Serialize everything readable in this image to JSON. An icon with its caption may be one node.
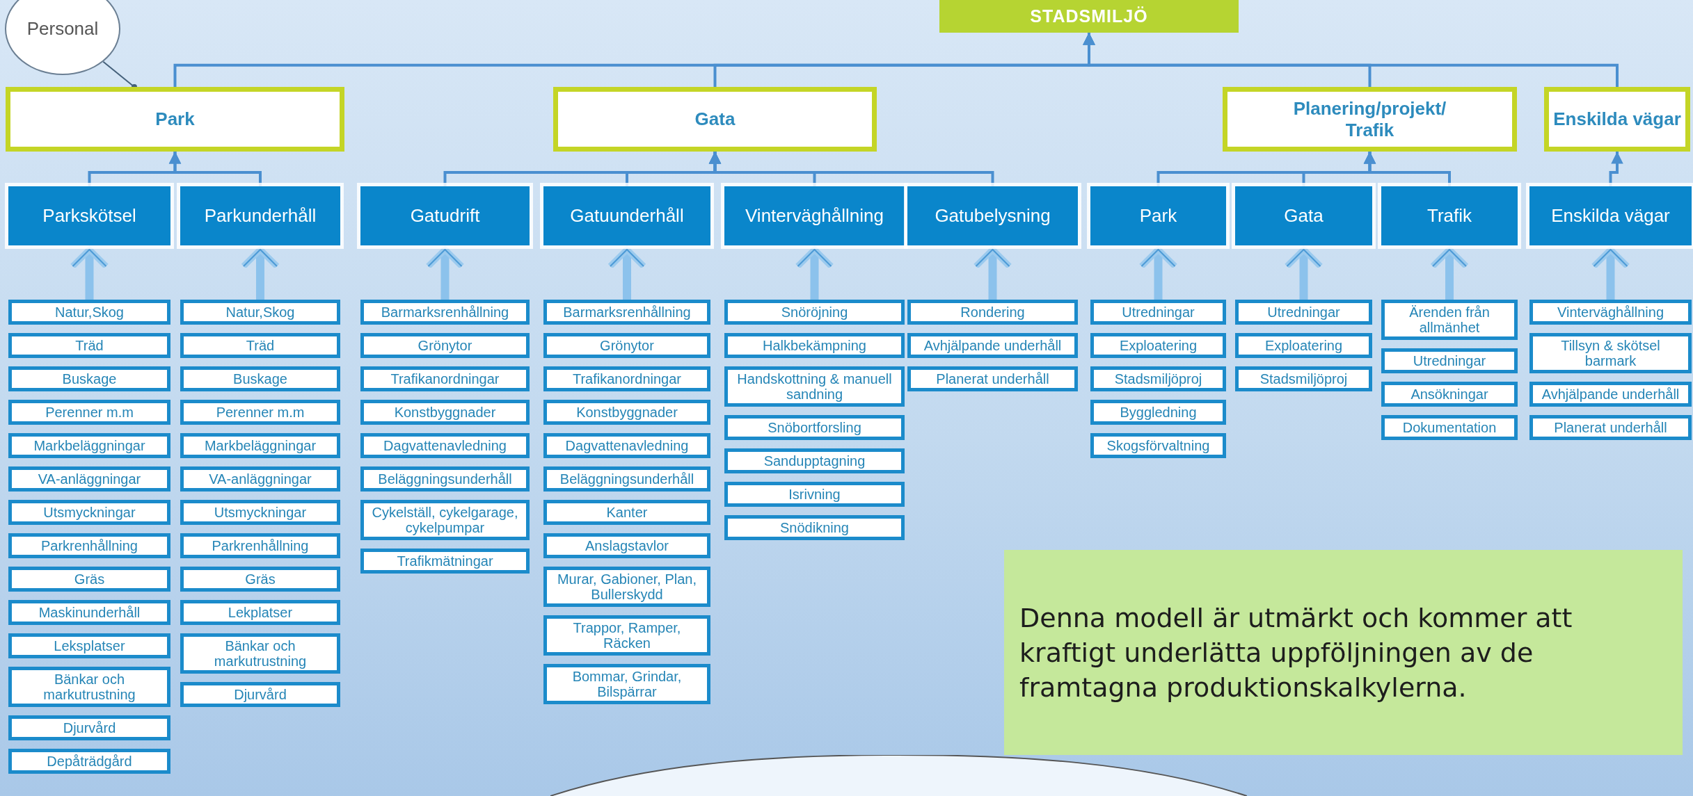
{
  "diagram": {
    "nodes": [
      {
        "text": [
          "Personal"
        ]
      },
      {
        "text": [
          "STADSMILJÖ"
        ]
      },
      {
        "text": [
          "Park"
        ]
      },
      {
        "text": [
          "Gata"
        ]
      },
      {
        "text": [
          "Planering/projekt/ Trafik"
        ]
      },
      {
        "text": [
          "Enskilda vägar"
        ]
      },
      {
        "text": [
          "Parkskötsel"
        ]
      },
      {
        "text": [
          "Parkunderhåll"
        ]
      },
      {
        "text": [
          "Gatudrift"
        ]
      },
      {
        "text": [
          "Gatuunderhåll"
        ]
      },
      {
        "text": [
          "Vinterväghållning"
        ]
      },
      {
        "text": [
          "Gatubelysning"
        ]
      },
      {
        "text": [
          "Park"
        ]
      },
      {
        "text": [
          "Gata"
        ]
      },
      {
        "text": [
          "Trafik"
        ]
      },
      {
        "text": [
          "Enskilda vägar"
        ]
      },
      {
        "text": [
          "Natur,Skog"
        ]
      },
      {
        "text": [
          "Träd"
        ]
      },
      {
        "text": [
          "Buskage"
        ]
      },
      {
        "text": [
          "Perenner m.m"
        ]
      },
      {
        "text": [
          "Markbeläggningar"
        ]
      },
      {
        "text": [
          "VA-anläggningar"
        ]
      },
      {
        "text": [
          "Utsmyckningar"
        ]
      },
      {
        "text": [
          "Parkrenhållning"
        ]
      },
      {
        "text": [
          "Gräs"
        ]
      },
      {
        "text": [
          "Maskinunderhåll"
        ]
      },
      {
        "text": [
          "Leksplatser"
        ]
      },
      {
        "text": [
          "Bänkar och markutrustning"
        ]
      },
      {
        "text": [
          "Djurvård"
        ]
      },
      {
        "text": [
          "Depåträdgård"
        ]
      },
      {
        "text": [
          "Natur,Skog"
        ]
      },
      {
        "text": [
          "Träd"
        ]
      },
      {
        "text": [
          "Buskage"
        ]
      },
      {
        "text": [
          "Perenner m.m"
        ]
      },
      {
        "text": [
          "Markbeläggningar"
        ]
      },
      {
        "text": [
          "VA-anläggningar"
        ]
      },
      {
        "text": [
          "Utsmyckningar"
        ]
      },
      {
        "text": [
          "Parkrenhållning"
        ]
      },
      {
        "text": [
          "Gräs"
        ]
      },
      {
        "text": [
          "Lekplatser"
        ]
      },
      {
        "text": [
          "Bänkar och markutrustning"
        ]
      },
      {
        "text": [
          "Djurvård"
        ]
      },
      {
        "text": [
          "Barmarksrenhållning"
        ]
      },
      {
        "text": [
          "Grönytor"
        ]
      },
      {
        "text": [
          "Trafikanordningar"
        ]
      },
      {
        "text": [
          "Konstbyggnader"
        ]
      },
      {
        "text": [
          "Dagvattenavledning"
        ]
      },
      {
        "text": [
          "Beläggningsunderhåll"
        ]
      },
      {
        "text": [
          "Cykelställ, cykelgarage, cykelpumpar"
        ]
      },
      {
        "text": [
          "Trafikmätningar"
        ]
      },
      {
        "text": [
          "Barmarksrenhållning"
        ]
      },
      {
        "text": [
          "Grönytor"
        ]
      },
      {
        "text": [
          "Trafikanordningar"
        ]
      },
      {
        "text": [
          "Konstbyggnader"
        ]
      },
      {
        "text": [
          "Dagvattenavledning"
        ]
      },
      {
        "text": [
          "Beläggningsunderhåll"
        ]
      },
      {
        "text": [
          "Kanter"
        ]
      },
      {
        "text": [
          "Anslagstavlor"
        ]
      },
      {
        "text": [
          "Murar, Gabioner, Plan, Bullerskydd"
        ]
      },
      {
        "text": [
          "Trappor, Ramper, Räcken"
        ]
      },
      {
        "text": [
          "Bommar, Grindar, Bilspärrar"
        ]
      },
      {
        "text": [
          "Snöröjning"
        ]
      },
      {
        "text": [
          "Halkbekämpning"
        ]
      },
      {
        "text": [
          "Handskottning & manuell sandning"
        ]
      },
      {
        "text": [
          "Snöbortforsling"
        ]
      },
      {
        "text": [
          "Sandupptagning"
        ]
      },
      {
        "text": [
          "Isrivning"
        ]
      },
      {
        "text": [
          "Snödikning"
        ]
      },
      {
        "text": [
          "Rondering"
        ]
      },
      {
        "text": [
          "Avhjälpande underhåll"
        ]
      },
      {
        "text": [
          "Planerat underhåll"
        ]
      },
      {
        "text": [
          "Utredningar"
        ]
      },
      {
        "text": [
          "Exploatering"
        ]
      },
      {
        "text": [
          "Stadsmiljöproj"
        ]
      },
      {
        "text": [
          "Byggledning"
        ]
      },
      {
        "text": [
          "Skogsförvaltning"
        ]
      },
      {
        "text": [
          "Utredningar"
        ]
      },
      {
        "text": [
          "Exploatering"
        ]
      },
      {
        "text": [
          "Stadsmiljöproj"
        ]
      },
      {
        "text": [
          "Ärenden från allmänhet"
        ]
      },
      {
        "text": [
          "Utredningar"
        ]
      },
      {
        "text": [
          "Ansökningar"
        ]
      },
      {
        "text": [
          "Dokumentation"
        ]
      },
      {
        "text": [
          "Vinterväghållning"
        ]
      },
      {
        "text": [
          "Tillsyn & skötsel barmark"
        ]
      },
      {
        "text": [
          "Avhjälpande underhåll"
        ]
      },
      {
        "text": [
          "Planerat underhåll"
        ]
      },
      {
        "text": [
          "Denna modell är utmärkt och kommer att kraftigt underlätta uppföljningen av de framtagna produktionskalkylerna."
        ]
      },
      {
        "text": [],
        "shape": "circle"
      }
    ],
    "edges": [
      {
        "from": 0,
        "to": 2,
        "arrow": "other"
      },
      {
        "from": 2,
        "to": 1,
        "arrow": "to"
      },
      {
        "from": 3,
        "to": 1,
        "arrow": "to"
      },
      {
        "from": 4,
        "to": 1,
        "arrow": "to"
      },
      {
        "from": 5,
        "to": 1,
        "arrow": "to"
      },
      {
        "from": 6,
        "to": 2,
        "arrow": "to"
      },
      {
        "from": 7,
        "to": 2,
        "arrow": "to"
      },
      {
        "from": 8,
        "to": 3,
        "arrow": "to"
      },
      {
        "from": 9,
        "to": 3,
        "arrow": "to"
      },
      {
        "from": 10,
        "to": 3,
        "arrow": "to"
      },
      {
        "from": 11,
        "to": 3,
        "arrow": "to"
      },
      {
        "from": 12,
        "to": 4,
        "arrow": "to"
      },
      {
        "from": 13,
        "to": 4,
        "arrow": "to"
      },
      {
        "from": 14,
        "to": 4,
        "arrow": "to"
      },
      {
        "from": 15,
        "to": 5,
        "arrow": "to"
      },
      {
        "from": 16,
        "to": 6,
        "arrow": "to",
        "style": "thick"
      },
      {
        "from": 30,
        "to": 7,
        "arrow": "to",
        "style": "thick"
      },
      {
        "from": 42,
        "to": 8,
        "arrow": "to",
        "style": "thick"
      },
      {
        "from": 50,
        "to": 9,
        "arrow": "to",
        "style": "thick"
      },
      {
        "from": 61,
        "to": 10,
        "arrow": "to",
        "style": "thick"
      },
      {
        "from": 68,
        "to": 11,
        "arrow": "to",
        "style": "thick"
      },
      {
        "from": 71,
        "to": 12,
        "arrow": "to",
        "style": "thick"
      },
      {
        "from": 76,
        "to": 13,
        "arrow": "to",
        "style": "thick"
      },
      {
        "from": 79,
        "to": 14,
        "arrow": "to",
        "style": "thick"
      },
      {
        "from": 83,
        "to": 15,
        "arrow": "to",
        "style": "thick"
      }
    ]
  }
}
